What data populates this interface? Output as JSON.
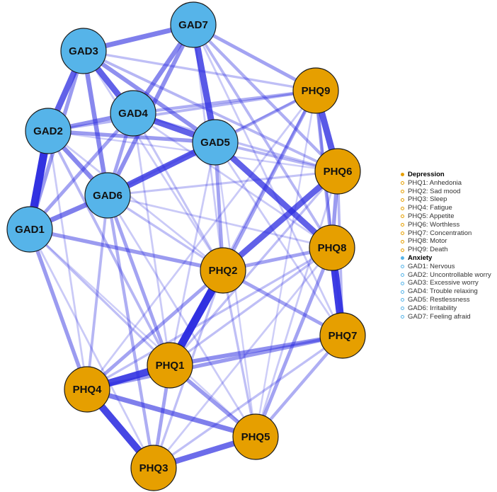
{
  "colors": {
    "depression": "#E69F00",
    "anxiety": "#56B4E9",
    "edge": "#2A2AE0",
    "node_border": "#1a1a1a"
  },
  "nodes": [
    {
      "id": "GAD1",
      "group": "anxiety"
    },
    {
      "id": "GAD2",
      "group": "anxiety"
    },
    {
      "id": "GAD3",
      "group": "anxiety"
    },
    {
      "id": "GAD4",
      "group": "anxiety"
    },
    {
      "id": "GAD5",
      "group": "anxiety"
    },
    {
      "id": "GAD6",
      "group": "anxiety"
    },
    {
      "id": "GAD7",
      "group": "anxiety"
    },
    {
      "id": "PHQ1",
      "group": "depression"
    },
    {
      "id": "PHQ2",
      "group": "depression"
    },
    {
      "id": "PHQ3",
      "group": "depression"
    },
    {
      "id": "PHQ4",
      "group": "depression"
    },
    {
      "id": "PHQ5",
      "group": "depression"
    },
    {
      "id": "PHQ6",
      "group": "depression"
    },
    {
      "id": "PHQ7",
      "group": "depression"
    },
    {
      "id": "PHQ8",
      "group": "depression"
    },
    {
      "id": "PHQ9",
      "group": "depression"
    }
  ],
  "edges": [
    {
      "from": "GAD1",
      "to": "GAD2",
      "weight": 0.95
    },
    {
      "from": "PHQ1",
      "to": "PHQ2",
      "weight": 0.95
    },
    {
      "from": "PHQ7",
      "to": "PHQ8",
      "weight": 0.9
    },
    {
      "from": "PHQ3",
      "to": "PHQ4",
      "weight": 0.85
    },
    {
      "from": "PHQ1",
      "to": "PHQ4",
      "weight": 0.85
    },
    {
      "from": "PHQ6",
      "to": "PHQ9",
      "weight": 0.75
    },
    {
      "from": "GAD5",
      "to": "GAD6",
      "weight": 0.75
    },
    {
      "from": "GAD5",
      "to": "GAD7",
      "weight": 0.75
    },
    {
      "from": "GAD5",
      "to": "PHQ8",
      "weight": 0.7
    },
    {
      "from": "GAD2",
      "to": "GAD3",
      "weight": 0.7
    },
    {
      "from": "GAD3",
      "to": "GAD4",
      "weight": 0.7
    },
    {
      "from": "GAD4",
      "to": "GAD5",
      "weight": 0.7
    },
    {
      "from": "PHQ2",
      "to": "PHQ6",
      "weight": 0.7
    },
    {
      "from": "PHQ3",
      "to": "PHQ5",
      "weight": 0.65
    },
    {
      "from": "PHQ4",
      "to": "PHQ5",
      "weight": 0.55
    },
    {
      "from": "GAD3",
      "to": "GAD7",
      "weight": 0.55
    },
    {
      "from": "GAD1",
      "to": "GAD6",
      "weight": 0.55
    },
    {
      "from": "GAD3",
      "to": "GAD6",
      "weight": 0.5
    },
    {
      "from": "GAD2",
      "to": "GAD6",
      "weight": 0.5
    },
    {
      "from": "GAD4",
      "to": "GAD7",
      "weight": 0.5
    },
    {
      "from": "GAD6",
      "to": "GAD7",
      "weight": 0.45
    },
    {
      "from": "GAD2",
      "to": "GAD4",
      "weight": 0.45
    },
    {
      "from": "GAD3",
      "to": "GAD5",
      "weight": 0.45
    },
    {
      "from": "GAD1",
      "to": "GAD3",
      "weight": 0.4
    },
    {
      "from": "GAD2",
      "to": "GAD5",
      "weight": 0.4
    },
    {
      "from": "GAD1",
      "to": "GAD4",
      "weight": 0.35
    },
    {
      "from": "GAD4",
      "to": "GAD6",
      "weight": 0.35
    },
    {
      "from": "PHQ1",
      "to": "PHQ7",
      "weight": 0.45
    },
    {
      "from": "PHQ4",
      "to": "PHQ7",
      "weight": 0.4
    },
    {
      "from": "PHQ1",
      "to": "PHQ5",
      "weight": 0.4
    },
    {
      "from": "PHQ2",
      "to": "PHQ8",
      "weight": 0.35
    },
    {
      "from": "PHQ2",
      "to": "PHQ7",
      "weight": 0.35
    },
    {
      "from": "PHQ6",
      "to": "PHQ8",
      "weight": 0.4
    },
    {
      "from": "PHQ5",
      "to": "PHQ8",
      "weight": 0.35
    },
    {
      "from": "PHQ5",
      "to": "PHQ7",
      "weight": 0.3
    },
    {
      "from": "PHQ8",
      "to": "PHQ9",
      "weight": 0.35
    },
    {
      "from": "PHQ2",
      "to": "PHQ9",
      "weight": 0.35
    },
    {
      "from": "PHQ2",
      "to": "PHQ4",
      "weight": 0.35
    },
    {
      "from": "PHQ1",
      "to": "PHQ3",
      "weight": 0.35
    },
    {
      "from": "GAD1",
      "to": "PHQ4",
      "weight": 0.4
    },
    {
      "from": "GAD1",
      "to": "PHQ2",
      "weight": 0.4
    },
    {
      "from": "GAD6",
      "to": "PHQ1",
      "weight": 0.35
    },
    {
      "from": "GAD6",
      "to": "PHQ3",
      "weight": 0.3
    },
    {
      "from": "GAD7",
      "to": "PHQ9",
      "weight": 0.35
    },
    {
      "from": "GAD7",
      "to": "PHQ6",
      "weight": 0.3
    },
    {
      "from": "GAD5",
      "to": "PHQ9",
      "weight": 0.3
    },
    {
      "from": "GAD5",
      "to": "PHQ2",
      "weight": 0.35
    },
    {
      "from": "GAD4",
      "to": "PHQ9",
      "weight": 0.3
    },
    {
      "from": "GAD2",
      "to": "PHQ9",
      "weight": 0.25
    },
    {
      "from": "GAD5",
      "to": "PHQ6",
      "weight": 0.25
    },
    {
      "from": "GAD3",
      "to": "PHQ6",
      "weight": 0.25
    },
    {
      "from": "GAD4",
      "to": "PHQ6",
      "weight": 0.2
    },
    {
      "from": "GAD7",
      "to": "PHQ8",
      "weight": 0.25
    },
    {
      "from": "GAD2",
      "to": "PHQ1",
      "weight": 0.25
    },
    {
      "from": "GAD6",
      "to": "PHQ4",
      "weight": 0.25
    },
    {
      "from": "GAD6",
      "to": "PHQ2",
      "weight": 0.2
    },
    {
      "from": "GAD1",
      "to": "PHQ1",
      "weight": 0.2
    },
    {
      "from": "GAD1",
      "to": "PHQ3",
      "weight": 0.15
    },
    {
      "from": "GAD1",
      "to": "PHQ5",
      "weight": 0.12
    },
    {
      "from": "GAD2",
      "to": "PHQ4",
      "weight": 0.15
    },
    {
      "from": "GAD2",
      "to": "PHQ2",
      "weight": 0.15
    },
    {
      "from": "GAD3",
      "to": "PHQ2",
      "weight": 0.15
    },
    {
      "from": "GAD4",
      "to": "PHQ2",
      "weight": 0.18
    },
    {
      "from": "GAD4",
      "to": "PHQ1",
      "weight": 0.15
    },
    {
      "from": "GAD5",
      "to": "PHQ1",
      "weight": 0.15
    },
    {
      "from": "GAD5",
      "to": "PHQ7",
      "weight": 0.15
    },
    {
      "from": "GAD5",
      "to": "PHQ5",
      "weight": 0.12
    },
    {
      "from": "GAD6",
      "to": "PHQ5",
      "weight": 0.15
    },
    {
      "from": "GAD6",
      "to": "PHQ8",
      "weight": 0.15
    },
    {
      "from": "GAD7",
      "to": "PHQ7",
      "weight": 0.15
    },
    {
      "from": "GAD7",
      "to": "PHQ2",
      "weight": 0.15
    },
    {
      "from": "GAD3",
      "to": "PHQ9",
      "weight": 0.2
    },
    {
      "from": "GAD4",
      "to": "PHQ8",
      "weight": 0.15
    },
    {
      "from": "GAD2",
      "to": "PHQ6",
      "weight": 0.12
    },
    {
      "from": "GAD6",
      "to": "PHQ6",
      "weight": 0.18
    },
    {
      "from": "GAD6",
      "to": "PHQ9",
      "weight": 0.15
    },
    {
      "from": "PHQ9",
      "to": "PHQ1",
      "weight": 0.2
    },
    {
      "from": "PHQ6",
      "to": "PHQ1",
      "weight": 0.2
    },
    {
      "from": "PHQ9",
      "to": "PHQ7",
      "weight": 0.2
    },
    {
      "from": "PHQ6",
      "to": "PHQ7",
      "weight": 0.25
    },
    {
      "from": "PHQ8",
      "to": "PHQ1",
      "weight": 0.2
    },
    {
      "from": "PHQ8",
      "to": "PHQ4",
      "weight": 0.2
    },
    {
      "from": "PHQ8",
      "to": "PHQ3",
      "weight": 0.15
    },
    {
      "from": "PHQ7",
      "to": "PHQ3",
      "weight": 0.2
    },
    {
      "from": "PHQ2",
      "to": "PHQ5",
      "weight": 0.2
    },
    {
      "from": "PHQ2",
      "to": "PHQ3",
      "weight": 0.2
    },
    {
      "from": "PHQ6",
      "to": "PHQ5",
      "weight": 0.15
    },
    {
      "from": "PHQ9",
      "to": "PHQ4",
      "weight": 0.15
    },
    {
      "from": "PHQ9",
      "to": "PHQ5",
      "weight": 0.12
    }
  ],
  "legend": {
    "groups": [
      {
        "title": "Depression",
        "group": "depression",
        "items": [
          "PHQ1: Anhedonia",
          "PHQ2: Sad mood",
          "PHQ3: Sleep",
          "PHQ4: Fatigue",
          "PHQ5: Appetite",
          "PHQ6: Worthless",
          "PHQ7: Concentration",
          "PHQ8: Motor",
          "PHQ9: Death"
        ]
      },
      {
        "title": "Anxiety",
        "group": "anxiety",
        "items": [
          "GAD1: Nervous",
          "GAD2: Uncontrollable worry",
          "GAD3: Excessive worry",
          "GAD4: Trouble relaxing",
          "GAD5: Restlessness",
          "GAD6: Irritability",
          "GAD7: Feeling afraid"
        ]
      }
    ]
  }
}
